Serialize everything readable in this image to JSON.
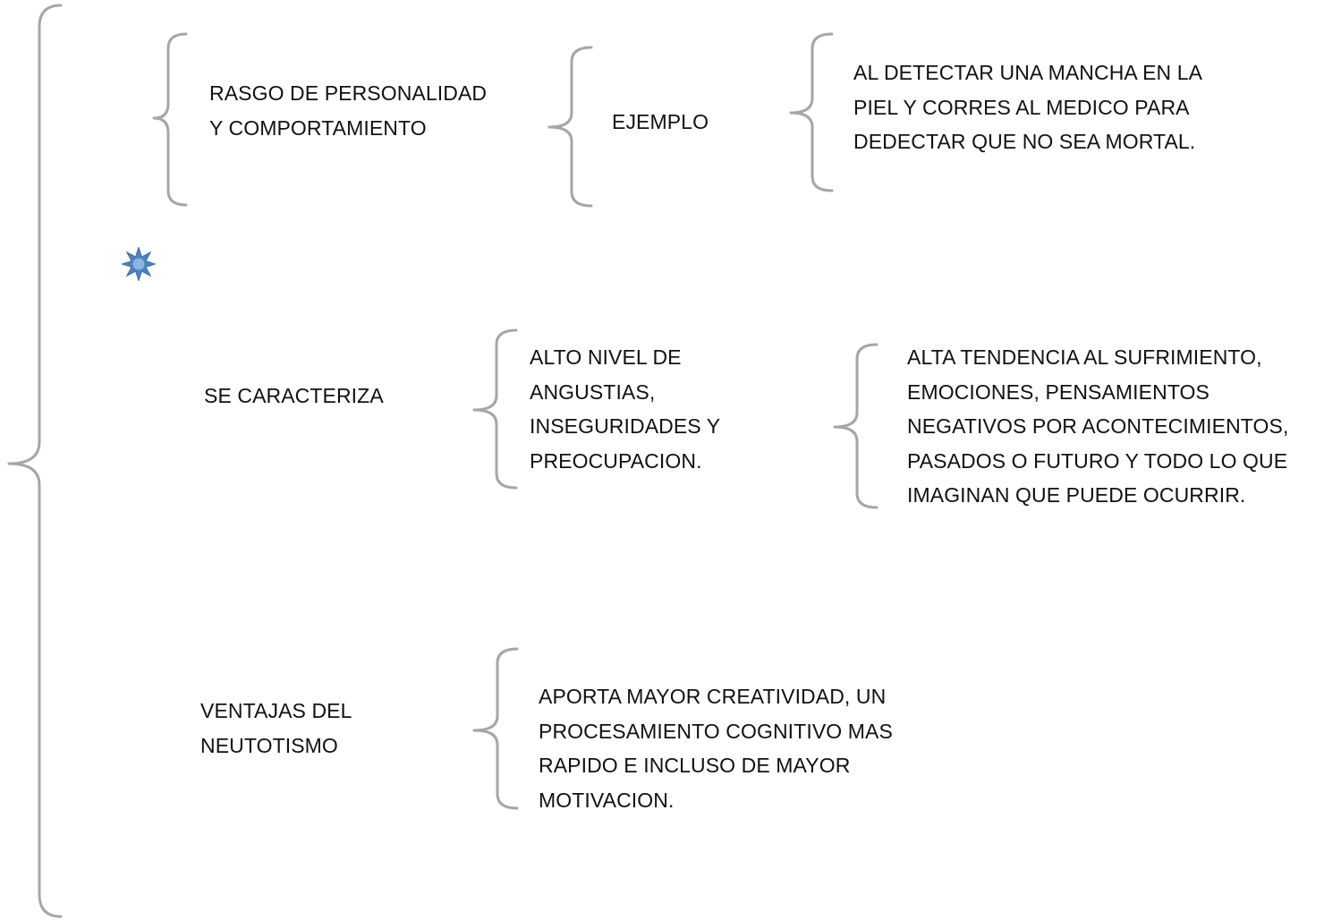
{
  "colors": {
    "bracket": "#a6a6a6",
    "text": "#111111",
    "star_outer": "#4f81bd",
    "star_inner": "#8db3e2"
  },
  "icons": {
    "star": "eight-point-star-icon"
  },
  "diagram": {
    "row1": {
      "topic": "RASGO DE PERSONALIDAD\nY COMPORTAMIENTO",
      "label": "EJEMPLO",
      "detail": "AL DETECTAR UNA MANCHA EN LA\nPIEL Y CORRES AL MEDICO PARA\nDEDECTAR QUE NO SEA MORTAL."
    },
    "row2": {
      "topic": "SE CARACTERIZA",
      "label": "ALTO NIVEL DE\nANGUSTIAS,\nINSEGURIDADES Y\nPREOCUPACION.",
      "detail": "ALTA TENDENCIA  AL SUFRIMIENTO,\nEMOCIONES, PENSAMIENTOS\nNEGATIVOS POR ACONTECIMIENTOS,\nPASADOS O FUTURO Y TODO LO QUE\nIMAGINAN QUE PUEDE OCURRIR."
    },
    "row3": {
      "topic": "VENTAJAS DEL\nNEUTOTISMO",
      "detail": "APORTA MAYOR CREATIVIDAD, UN\nPROCESAMIENTO COGNITIVO MAS\nRAPIDO E INCLUSO DE MAYOR\nMOTIVACION."
    }
  }
}
